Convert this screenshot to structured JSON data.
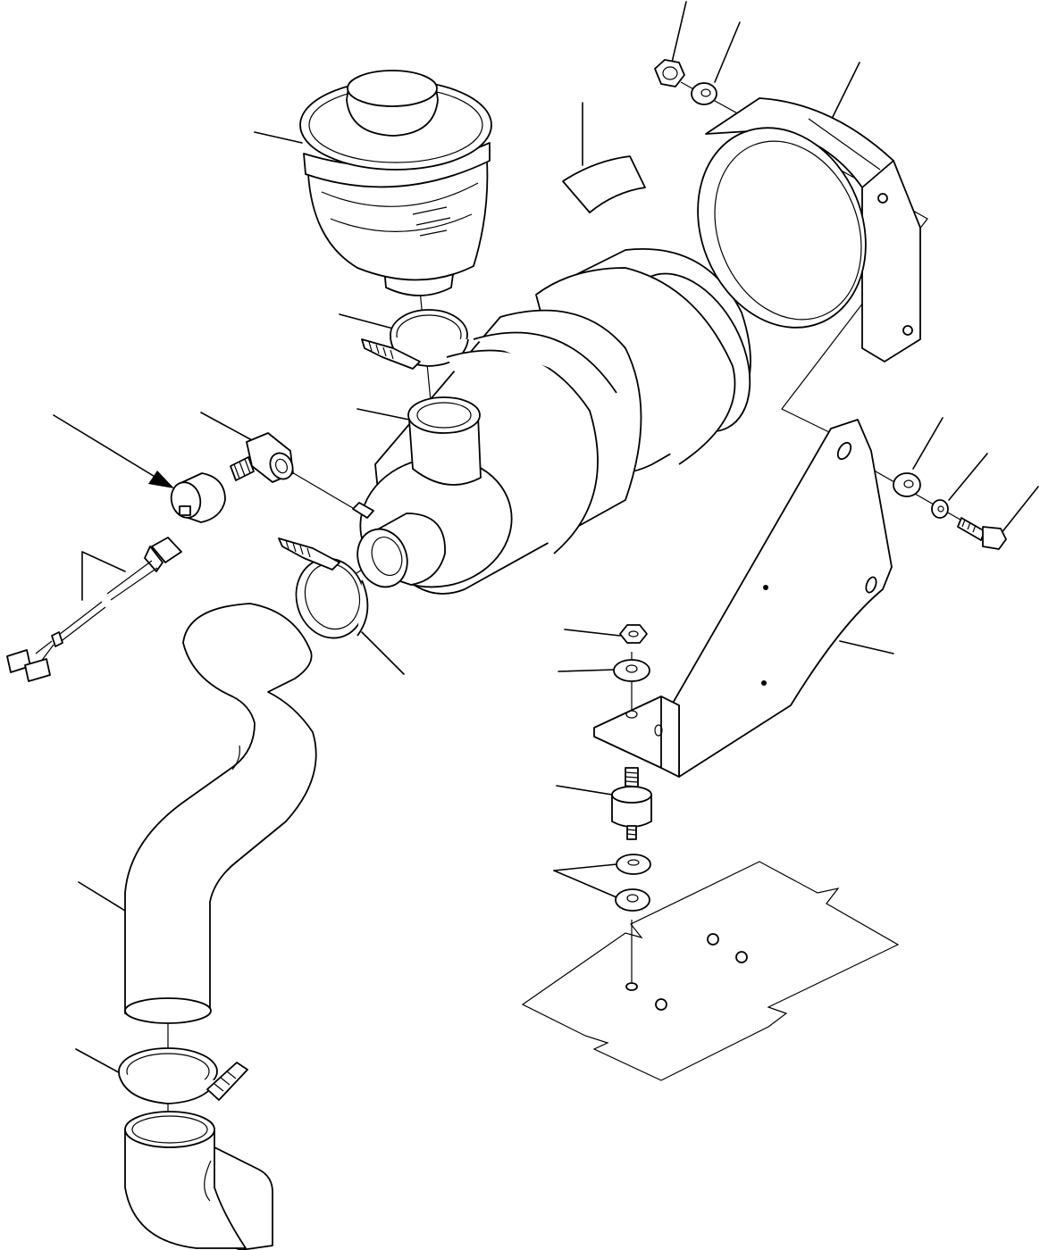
{
  "diagram": {
    "background": "#ffffff",
    "line_color": "#000000",
    "parts": [
      "precleaner-bowl",
      "hose-clamp-top",
      "air-cleaner-inlet-pipe",
      "air-cleaner-body",
      "mounting-band",
      "filter-label-plate",
      "nut-top",
      "washer-top",
      "restriction-indicator",
      "elbow-fitting",
      "wiring-harness",
      "hose-clamp-middle",
      "intake-hose",
      "hose-clamp-bottom",
      "intake-elbow",
      "mounting-bracket",
      "washer-right",
      "lock-washer-right",
      "bolt-right",
      "nut-mount",
      "washer-mount",
      "rubber-mount",
      "washer-pair",
      "base-plate"
    ]
  }
}
